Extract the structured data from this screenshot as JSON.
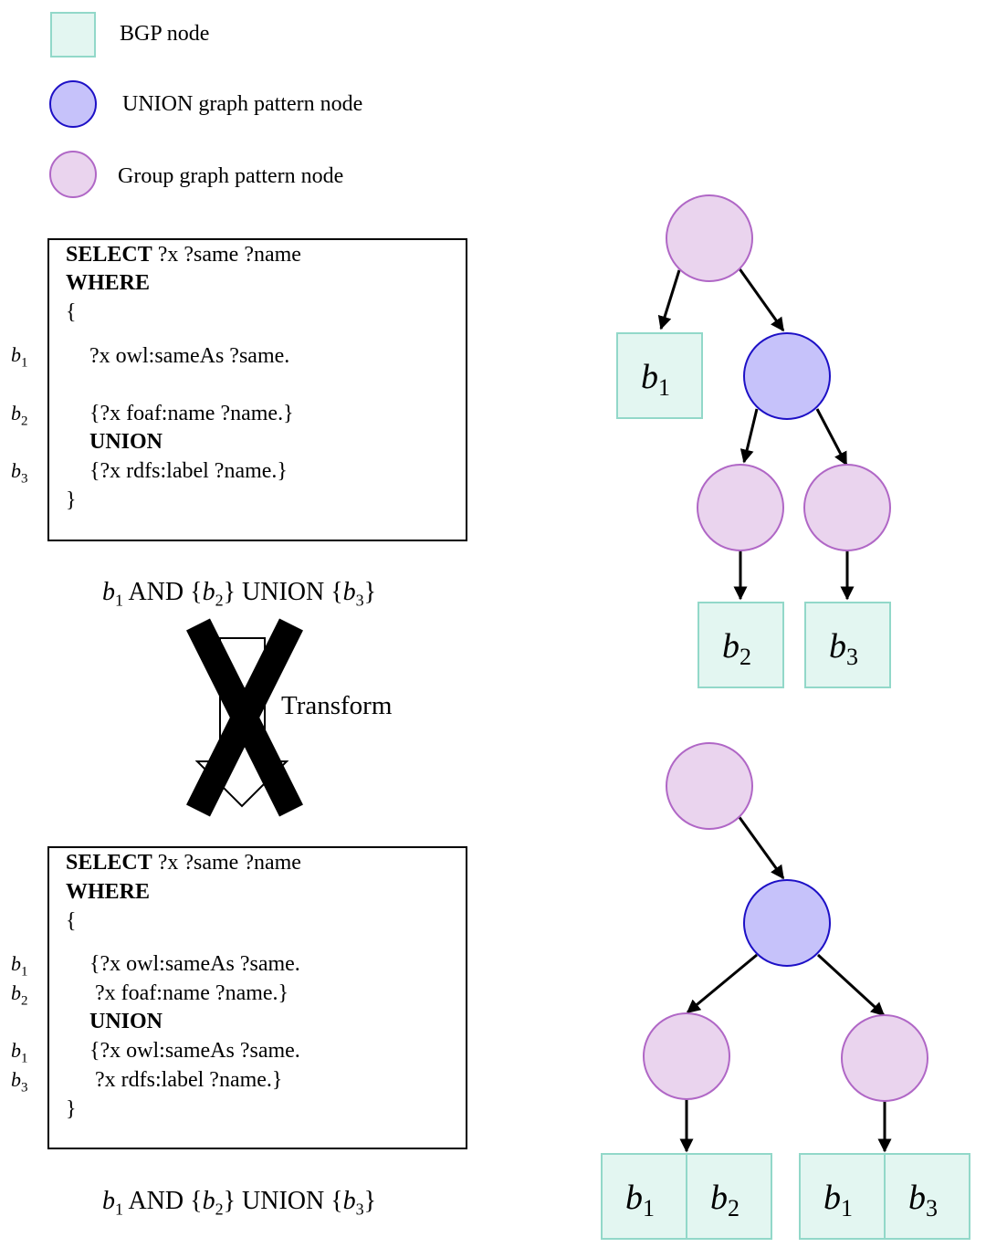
{
  "legend": [
    {
      "shape": "square",
      "label": "BGP node",
      "fill": "#e3f6f1",
      "stroke": "#92d8c9"
    },
    {
      "shape": "circle",
      "label": "UNION graph pattern node",
      "fill": "#c6c2fa",
      "stroke": "#1d10c6"
    },
    {
      "shape": "circle",
      "label": "Group graph pattern node",
      "fill": "#ead4ee",
      "stroke": "#b067c6"
    }
  ],
  "query1": {
    "select_kw": "SELECT",
    "select_vars": " ?x ?same ?name",
    "where_kw": "WHERE",
    "open_brace": "{",
    "line_b1": "?x owl:sameAs ?same.",
    "line_b2": "{?x foaf:name ?name.}",
    "union_kw": "UNION",
    "line_b3": "{?x rdfs:label ?name.}",
    "close_brace": "}",
    "label_b1": {
      "letter": "b",
      "sub": "1"
    },
    "label_b2": {
      "letter": "b",
      "sub": "2"
    },
    "label_b3": {
      "letter": "b",
      "sub": "3"
    }
  },
  "formula1": {
    "b1": "b",
    "b1_sub": "1",
    "and": " AND {",
    "b2": "b",
    "b2_sub": "2",
    "union": "} UNION {",
    "b3": "b",
    "b3_sub": "3",
    "close": "}"
  },
  "transform_label": "Transform",
  "query2": {
    "select_kw": "SELECT",
    "select_vars": " ?x ?same ?name",
    "where_kw": "WHERE",
    "open_brace": "{",
    "line_1": "{?x owl:sameAs ?same.",
    "line_2": " ?x foaf:name ?name.}",
    "union_kw": "UNION",
    "line_3": "{?x owl:sameAs ?same.",
    "line_4": " ?x rdfs:label ?name.}",
    "close_brace": "}",
    "label_1": {
      "letter": "b",
      "sub": "1"
    },
    "label_2": {
      "letter": "b",
      "sub": "2"
    },
    "label_3": {
      "letter": "b",
      "sub": "1"
    },
    "label_4": {
      "letter": "b",
      "sub": "3"
    }
  },
  "formula2": {
    "b1": "b",
    "b1_sub": "1",
    "and": " AND {",
    "b2": "b",
    "b2_sub": "2",
    "union": "} UNION {",
    "b3": "b",
    "b3_sub": "3",
    "close": "}"
  },
  "tree1_bgp": [
    {
      "letter": "b",
      "sub": "1"
    },
    {
      "letter": "b",
      "sub": "2"
    },
    {
      "letter": "b",
      "sub": "3"
    }
  ],
  "tree2_bgp": [
    {
      "letter": "b",
      "sub": "1"
    },
    {
      "letter": "b",
      "sub": "2"
    },
    {
      "letter": "b",
      "sub": "1"
    },
    {
      "letter": "b",
      "sub": "3"
    }
  ],
  "colors": {
    "bgp_fill": "#e3f6f1",
    "bgp_stroke": "#92d8c9",
    "union_fill": "#c6c2fa",
    "union_stroke": "#1d10c6",
    "group_fill": "#ead4ee",
    "group_stroke": "#b067c6"
  }
}
